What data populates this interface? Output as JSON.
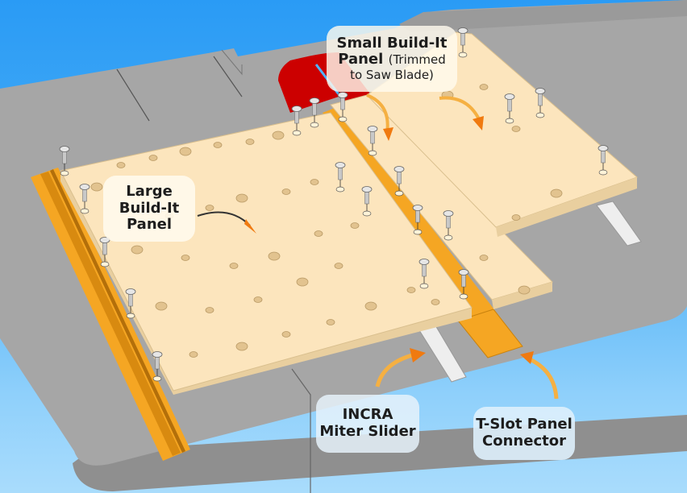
{
  "title": "INCRA Build-It panels on table saw",
  "callouts": {
    "small_panel": {
      "line1": "Small Build-It",
      "line2_bold": "Panel",
      "line2_note": "(Trimmed",
      "line3": "to Saw Blade)"
    },
    "large_panel": {
      "line1": "Large",
      "line2": "Build-It",
      "line3": "Panel"
    },
    "miter_slider": {
      "line1": "INCRA",
      "line2": "Miter Slider"
    },
    "tslot_connector": {
      "line1": "T-Slot Panel",
      "line2": "Connector"
    }
  },
  "colors": {
    "sky_top": "#2a9bf5",
    "sky_bottom": "#a9dcfc",
    "table_top": "#a6a6a6",
    "table_edge": "#8c8c8c",
    "panel_face": "#fce5bd",
    "panel_edge": "#e9cf9f",
    "throat_plate": "#cc0000",
    "tslot_track": "#f5a623",
    "arrow_orange": "#f07a10",
    "slider_white": "#eeeeee"
  }
}
